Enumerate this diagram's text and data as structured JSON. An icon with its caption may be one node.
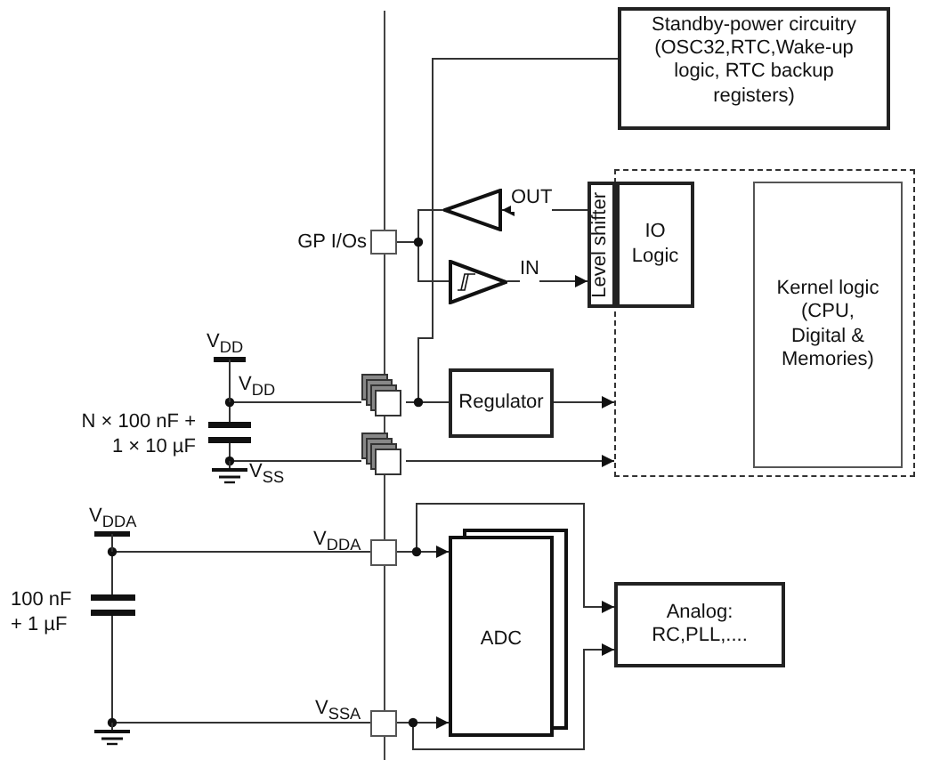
{
  "diagram": {
    "nodes": [
      {
        "text": [
          "Standby-power circuitry (OSC32,RTC,Wake-up logic, RTC backup registers)"
        ]
      },
      {
        "text": [],
        "shape": "box"
      },
      {
        "text": [
          "Level shifter"
        ]
      },
      {
        "text": [
          "IO Logic"
        ],
        "in": 1
      },
      {
        "text": [
          "Kernel logic (CPU, Digital & Memories)"
        ],
        "in": 1
      },
      {
        "text": [],
        "shape": "triangle"
      },
      {
        "text": [],
        "shape": "triangle"
      },
      {
        "text": [],
        "shape": "box",
        "beside": [
          "GP I/Os"
        ]
      },
      {
        "text": [],
        "shape": "box"
      },
      {
        "text": [],
        "shape": "box"
      },
      {
        "text": [
          "Regulator"
        ]
      },
      {
        "text": [],
        "shape": "capacitor",
        "beside": [
          "N × 100 nF + 1 × 10 µF"
        ]
      },
      {
        "text": [],
        "shape": "box",
        "beside": [
          "V$_{DDA}$"
        ]
      },
      {
        "text": [],
        "shape": "box",
        "beside": [
          "V$_{SSA}$"
        ]
      },
      {
        "text": [],
        "shape": "capacitor",
        "beside": [
          "100 nF + 1 µF"
        ]
      },
      {
        "text": [
          "ADC"
        ]
      },
      {
        "text": [
          "Analog: RC,PLL,...."
        ]
      }
    ],
    "edges": [
      {
        "from": 2,
        "to": 5,
        "arrow": "to",
        "label": "OUT"
      },
      {
        "from": 5,
        "to": 7,
        "arrow": "none"
      },
      {
        "from": 7,
        "to": 6,
        "arrow": "none"
      },
      {
        "from": 6,
        "to": 2,
        "arrow": "to",
        "label": "IN"
      },
      {
        "from": 8,
        "to": 0,
        "arrow": "none"
      },
      {
        "from": 8,
        "to": 10,
        "arrow": "none"
      },
      {
        "from": 10,
        "to": 1,
        "arrow": "to"
      },
      {
        "from": 9,
        "to": 1,
        "arrow": "to"
      },
      {
        "from": 11,
        "to": 8,
        "arrow": "none"
      },
      {
        "from": 11,
        "to": 9,
        "arrow": "none"
      },
      {
        "from": 12,
        "to": 15,
        "arrow": "to"
      },
      {
        "from": 12,
        "to": 16,
        "arrow": "to"
      },
      {
        "from": 13,
        "to": 15,
        "arrow": "to"
      },
      {
        "from": 13,
        "to": 16,
        "arrow": "to"
      },
      {
        "from": 14,
        "to": 12,
        "arrow": "none"
      },
      {
        "from": 14,
        "to": 13,
        "arrow": "none"
      }
    ],
    "labels": [
      "V$_{DD}$",
      "V$_{DD}$",
      "V$_{SS}$",
      "V$_{DDA}$"
    ]
  }
}
